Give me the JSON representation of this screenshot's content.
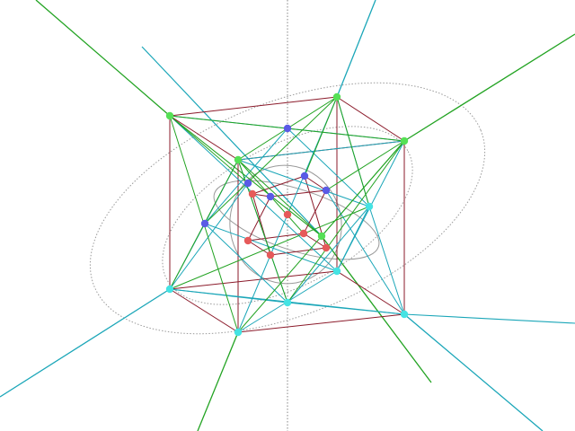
{
  "scene": {
    "background": "#ffffff",
    "colors": {
      "green": "#22a322",
      "teal": "#1aa6b8",
      "darkred": "#8b1a2a",
      "gray": "#9a9a9a",
      "dot_green": "#55e055",
      "dot_cyan": "#44e3e3",
      "dot_blue": "#5a5ae6",
      "dot_red": "#e65a5a"
    },
    "vertex_groups": [
      "green",
      "cyan",
      "blue",
      "red"
    ],
    "edge_groups": [
      "outer-cube",
      "inner-cube",
      "green-rays",
      "teal-rays",
      "orbits",
      "vertical-axis"
    ]
  }
}
